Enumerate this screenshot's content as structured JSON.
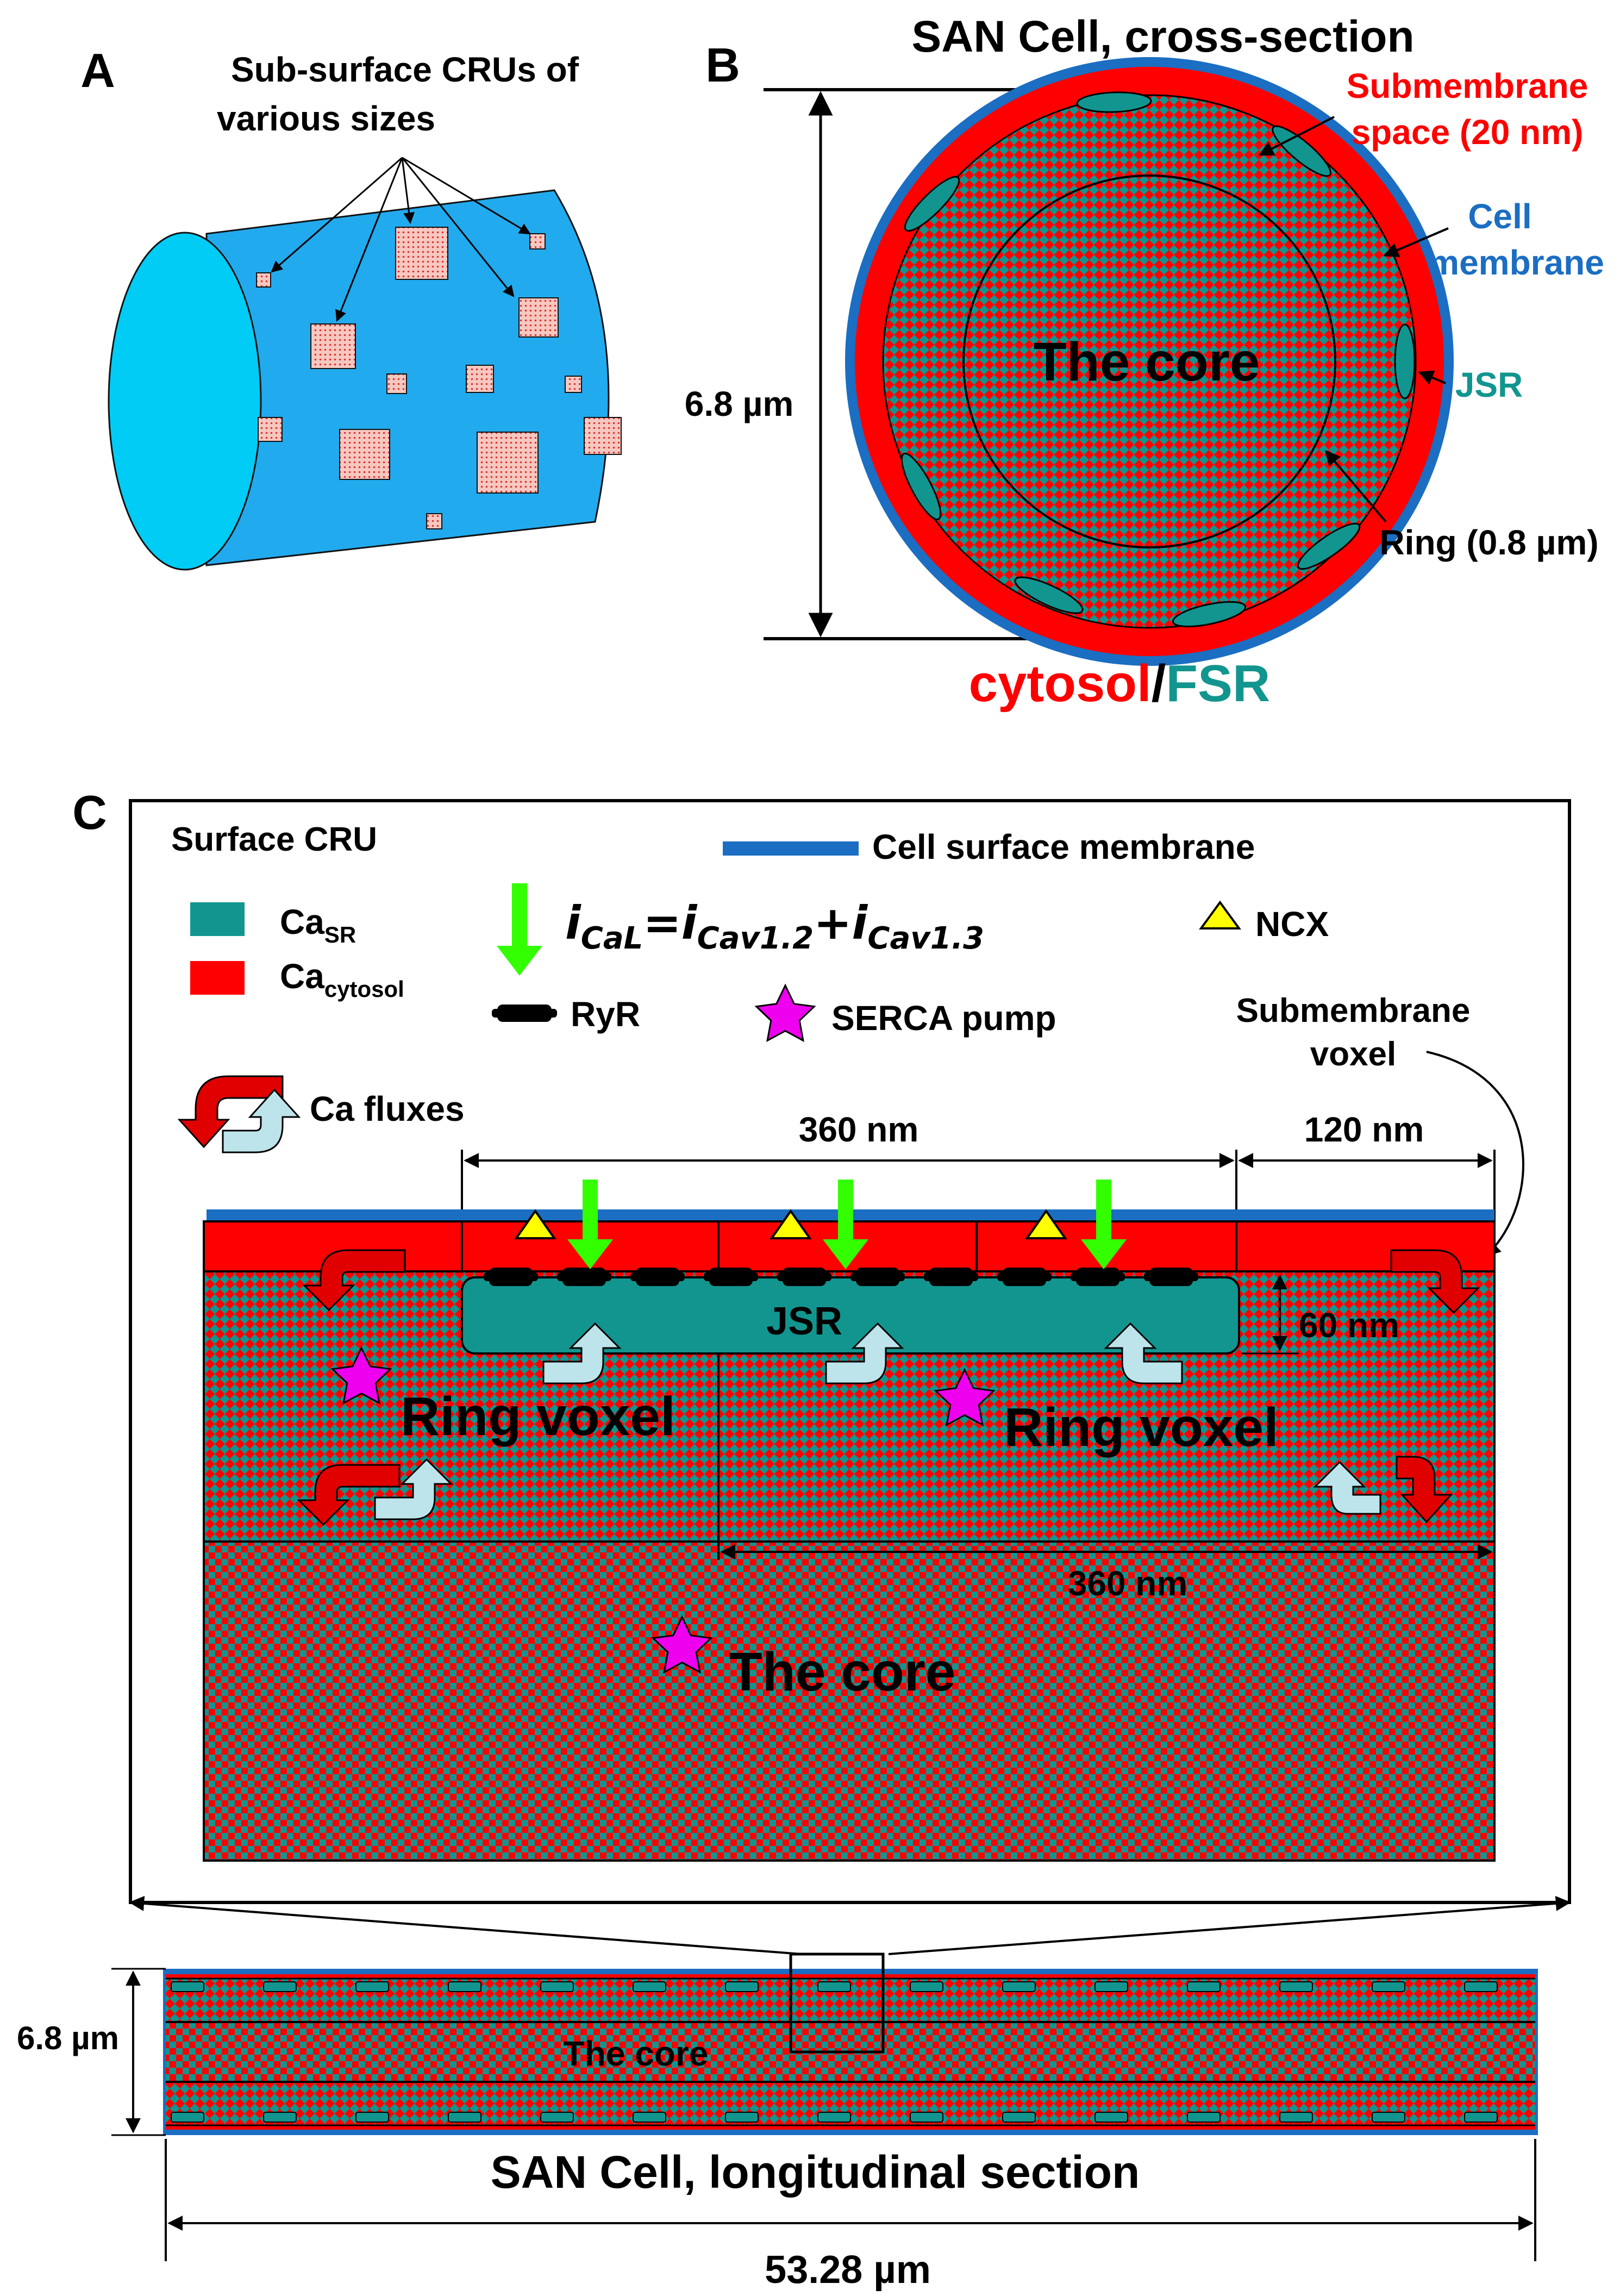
{
  "panels": {
    "a": {
      "letter": "A",
      "title_line1": "Sub-surface CRUs of",
      "title_line2": "various sizes"
    },
    "b": {
      "letter": "B",
      "title": "SAN Cell, cross-section",
      "submembrane_line1": "Submembrane",
      "submembrane_line2": "space (20 nm)",
      "cell_line1": "Cell",
      "cell_line2": "membrane",
      "jsr": "JSR",
      "core": "The core",
      "ring": "Ring (0.8 µm)",
      "diameter": "6.8 µm",
      "cytosol": "cytosol",
      "slash": "/",
      "fsr": "FSR"
    },
    "c": {
      "letter": "C",
      "surface_cru": "Surface CRU",
      "cell_surface_membrane": "Cell surface membrane",
      "ca_sr_base": "Ca",
      "ca_sr_sub": "SR",
      "ca_cytosol_base": "Ca",
      "ca_cytosol_sub": "cytosol",
      "ical_i1": "i",
      "ical_sub1": "CaL",
      "ical_eq": "=",
      "ical_i2": "i",
      "ical_sub2": "Cav1.2",
      "ical_plus": "+",
      "ical_i3": "i",
      "ical_sub3": "Cav1.3",
      "ncx": "NCX",
      "ryr": "RyR",
      "serca": "SERCA pump",
      "submembrane_voxel_line1": "Submembrane",
      "submembrane_voxel_line2": "voxel",
      "ca_fluxes": "Ca fluxes",
      "dim_360_top": "360 nm",
      "dim_120": "120 nm",
      "jsr": "JSR",
      "dim_60": "60 nm",
      "ring_voxel_left": "Ring voxel",
      "ring_voxel_right": "Ring voxel",
      "dim_360_mid": "360 nm",
      "core": "The core"
    },
    "d": {
      "height": "6.8 µm",
      "core": "The core",
      "title": "SAN Cell, longitudinal section",
      "length": "53.28 µm"
    }
  },
  "colors": {
    "cytosol_red": "#ff0000",
    "sr_teal": "#12958f",
    "membrane_blue": "#1b6ec2",
    "cylinder_blue": "#22aaee",
    "cylinder_cap": "#00ccf5",
    "cru_pink": "#f4b9b0",
    "ryr_black": "#000000",
    "flux_red": "#e00000",
    "flux_light": "#bde4ea",
    "ncx_yellow": "#ffff00",
    "ical_green": "#33ff00",
    "serca_magenta": "#ee00ee",
    "jsr_label": "#12958f"
  }
}
